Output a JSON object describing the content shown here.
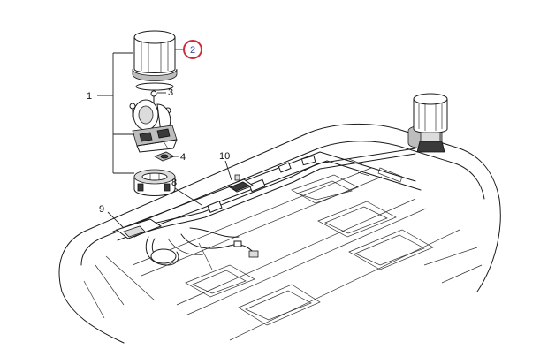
{
  "callouts": {
    "c1": "1",
    "c2": "2",
    "c3": "3",
    "c4": "4",
    "c8": "8",
    "c9": "9",
    "c10": "10"
  },
  "colors": {
    "highlight_ring": "#d22a3a",
    "highlight_text": "#3a4a9a",
    "line": "#1a1a1a"
  }
}
